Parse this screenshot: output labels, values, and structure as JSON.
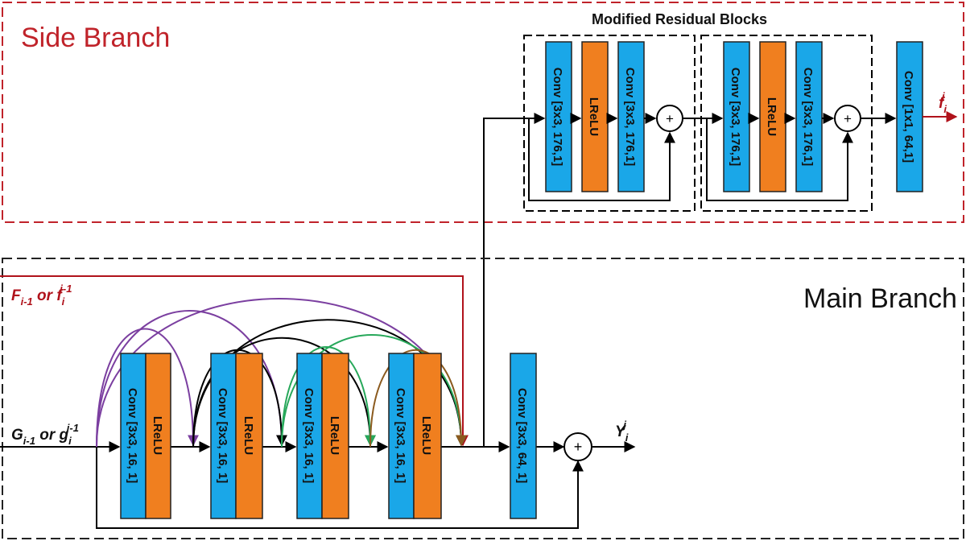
{
  "colors": {
    "conv": "#1aa7e8",
    "lrelu": "#f07f1f",
    "side_border": "#c0232a",
    "main_border": "#222222",
    "red_line": "#b0121b",
    "purple": "#7b3fa0",
    "green": "#27a85a",
    "brown": "#8b5a1e",
    "black": "#000000"
  },
  "side_branch": {
    "title": "Side Branch",
    "block_title": "Modified Residual Blocks",
    "output_label": "f",
    "output_sub": "i",
    "output_sup": "j",
    "conv1_label": "Conv [3x3, 176,1]",
    "lrelu_label": "LReLU",
    "conv2_label": "Conv [3x3, 176,1]",
    "conv3_label": "Conv [3x3, 176,1]",
    "lrelu2_label": "LReLU",
    "conv4_label": "Conv [3x3, 176,1]",
    "conv_final_label": "Conv [1x1, 64,1]",
    "plus": "+"
  },
  "main_branch": {
    "title": "Main Branch",
    "input_top": {
      "main": "F",
      "sub": "i-1",
      "mid": " or ",
      "main2": "f",
      "sub2": "i",
      "sup2": "j-1"
    },
    "input_bottom": {
      "main": "G",
      "sub": "i-1",
      "mid": " or ",
      "main2": "g",
      "sub2": "i",
      "sup2": "j-1"
    },
    "output": {
      "main": "Y",
      "sub": "i",
      "sup": "j"
    },
    "blocks": [
      {
        "conv": "Conv [3x3, 16, 1]",
        "lrelu": "LReLU"
      },
      {
        "conv": "Conv [3x3, 16, 1]",
        "lrelu": "LReLU"
      },
      {
        "conv": "Conv [3x3, 16, 1]",
        "lrelu": "LReLU"
      },
      {
        "conv": "Conv [3x3, 16, 1]",
        "lrelu": "LReLU"
      }
    ],
    "final_conv": "Conv [3x3, 64, 1]",
    "plus": "+"
  }
}
